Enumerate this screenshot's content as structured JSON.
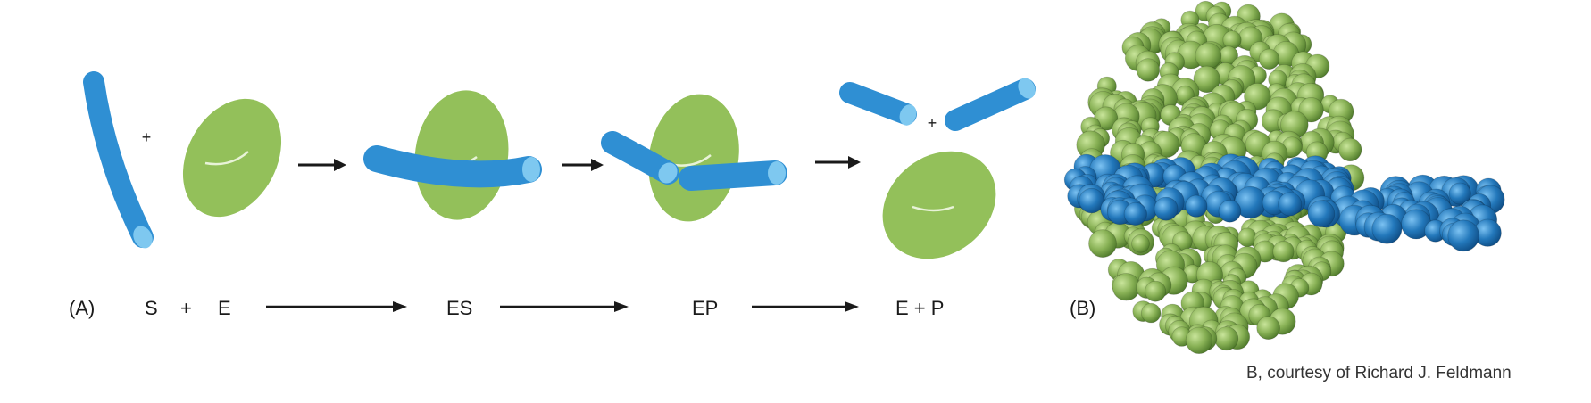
{
  "panel_a": {
    "label": "(A)",
    "plus_signs": [
      "+",
      "+"
    ],
    "equation": {
      "s": "S",
      "plus1": "+",
      "e": "E",
      "es": "ES",
      "ep": "EP",
      "product_group": "E + P"
    }
  },
  "panel_b": {
    "label": "(B)",
    "credit": "B, courtesy of Richard J. Feldmann"
  },
  "colors": {
    "enzyme": "#93c05a",
    "enzyme_shadow": "#6e9a3c",
    "substrate": "#2f8fd3",
    "substrate_end": "#7ec8f0",
    "arrow": "#1a1a1a",
    "atom_blue": "#2677b8",
    "atom_green": "#85ab55"
  }
}
